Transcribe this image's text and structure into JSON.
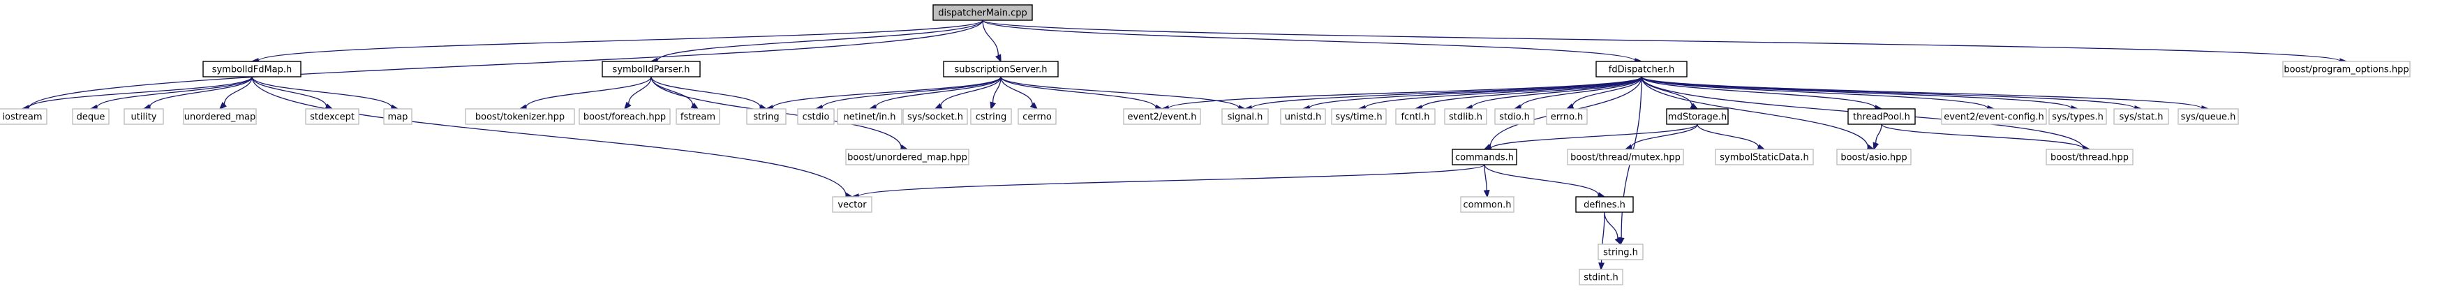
{
  "diagram": {
    "nodes": [
      {
        "id": "dispatcherMain.cpp",
        "label": "dispatcherMain.cpp",
        "kind": "root"
      },
      {
        "id": "symbolIdFdMap.h",
        "label": "symbolIdFdMap.h",
        "kind": "local"
      },
      {
        "id": "symbolIdParser.h",
        "label": "symbolIdParser.h",
        "kind": "local"
      },
      {
        "id": "subscriptionServer.h",
        "label": "subscriptionServer.h",
        "kind": "local"
      },
      {
        "id": "fdDispatcher.h",
        "label": "fdDispatcher.h",
        "kind": "local"
      },
      {
        "id": "boost/program_options.hpp",
        "label": "boost/program_options.hpp",
        "kind": "sys"
      },
      {
        "id": "iostream",
        "label": "iostream",
        "kind": "sys"
      },
      {
        "id": "deque",
        "label": "deque",
        "kind": "sys"
      },
      {
        "id": "utility",
        "label": "utility",
        "kind": "sys"
      },
      {
        "id": "unordered_map",
        "label": "unordered_map",
        "kind": "sys"
      },
      {
        "id": "stdexcept",
        "label": "stdexcept",
        "kind": "sys"
      },
      {
        "id": "map",
        "label": "map",
        "kind": "sys"
      },
      {
        "id": "boost/tokenizer.hpp",
        "label": "boost/tokenizer.hpp",
        "kind": "sys"
      },
      {
        "id": "boost/foreach.hpp",
        "label": "boost/foreach.hpp",
        "kind": "sys"
      },
      {
        "id": "fstream",
        "label": "fstream",
        "kind": "sys"
      },
      {
        "id": "string",
        "label": "string",
        "kind": "sys"
      },
      {
        "id": "cstdio",
        "label": "cstdio",
        "kind": "sys"
      },
      {
        "id": "netinet/in.h",
        "label": "netinet/in.h",
        "kind": "sys"
      },
      {
        "id": "sys/socket.h",
        "label": "sys/socket.h",
        "kind": "sys"
      },
      {
        "id": "cstring",
        "label": "cstring",
        "kind": "sys"
      },
      {
        "id": "cerrno",
        "label": "cerrno",
        "kind": "sys"
      },
      {
        "id": "event2/event.h",
        "label": "event2/event.h",
        "kind": "sys"
      },
      {
        "id": "signal.h",
        "label": "signal.h",
        "kind": "sys"
      },
      {
        "id": "unistd.h",
        "label": "unistd.h",
        "kind": "sys"
      },
      {
        "id": "sys/time.h",
        "label": "sys/time.h",
        "kind": "sys"
      },
      {
        "id": "fcntl.h",
        "label": "fcntl.h",
        "kind": "sys"
      },
      {
        "id": "stdlib.h",
        "label": "stdlib.h",
        "kind": "sys"
      },
      {
        "id": "stdio.h",
        "label": "stdio.h",
        "kind": "sys"
      },
      {
        "id": "errno.h",
        "label": "errno.h",
        "kind": "sys"
      },
      {
        "id": "mdStorage.h",
        "label": "mdStorage.h",
        "kind": "local"
      },
      {
        "id": "threadPool.h",
        "label": "threadPool.h",
        "kind": "local"
      },
      {
        "id": "event2/event-config.h",
        "label": "event2/event-config.h",
        "kind": "sys"
      },
      {
        "id": "sys/types.h",
        "label": "sys/types.h",
        "kind": "sys"
      },
      {
        "id": "sys/stat.h",
        "label": "sys/stat.h",
        "kind": "sys"
      },
      {
        "id": "sys/queue.h",
        "label": "sys/queue.h",
        "kind": "sys"
      },
      {
        "id": "boost/unordered_map.hpp",
        "label": "boost/unordered_map.hpp",
        "kind": "sys"
      },
      {
        "id": "commands.h",
        "label": "commands.h",
        "kind": "local"
      },
      {
        "id": "boost/thread/mutex.hpp",
        "label": "boost/thread/mutex.hpp",
        "kind": "sys"
      },
      {
        "id": "symbolStaticData.h",
        "label": "symbolStaticData.h",
        "kind": "sys"
      },
      {
        "id": "boost/asio.hpp",
        "label": "boost/asio.hpp",
        "kind": "sys"
      },
      {
        "id": "boost/thread.hpp",
        "label": "boost/thread.hpp",
        "kind": "sys"
      },
      {
        "id": "vector",
        "label": "vector",
        "kind": "sys"
      },
      {
        "id": "common.h",
        "label": "common.h",
        "kind": "sys"
      },
      {
        "id": "defines.h",
        "label": "defines.h",
        "kind": "local"
      },
      {
        "id": "string.h",
        "label": "string.h",
        "kind": "sys"
      },
      {
        "id": "stdint.h",
        "label": "stdint.h",
        "kind": "sys"
      }
    ],
    "edges": [
      [
        "dispatcherMain.cpp",
        "symbolIdFdMap.h"
      ],
      [
        "dispatcherMain.cpp",
        "symbolIdParser.h"
      ],
      [
        "dispatcherMain.cpp",
        "subscriptionServer.h"
      ],
      [
        "dispatcherMain.cpp",
        "fdDispatcher.h"
      ],
      [
        "dispatcherMain.cpp",
        "boost/program_options.hpp"
      ],
      [
        "dispatcherMain.cpp",
        "iostream"
      ],
      [
        "symbolIdFdMap.h",
        "iostream"
      ],
      [
        "symbolIdFdMap.h",
        "deque"
      ],
      [
        "symbolIdFdMap.h",
        "utility"
      ],
      [
        "symbolIdFdMap.h",
        "unordered_map"
      ],
      [
        "symbolIdFdMap.h",
        "stdexcept"
      ],
      [
        "symbolIdFdMap.h",
        "map"
      ],
      [
        "symbolIdFdMap.h",
        "vector"
      ],
      [
        "symbolIdParser.h",
        "boost/tokenizer.hpp"
      ],
      [
        "symbolIdParser.h",
        "boost/foreach.hpp"
      ],
      [
        "symbolIdParser.h",
        "fstream"
      ],
      [
        "symbolIdParser.h",
        "string"
      ],
      [
        "symbolIdParser.h",
        "boost/unordered_map.hpp"
      ],
      [
        "subscriptionServer.h",
        "string"
      ],
      [
        "subscriptionServer.h",
        "cstdio"
      ],
      [
        "subscriptionServer.h",
        "netinet/in.h"
      ],
      [
        "subscriptionServer.h",
        "sys/socket.h"
      ],
      [
        "subscriptionServer.h",
        "cstring"
      ],
      [
        "subscriptionServer.h",
        "cerrno"
      ],
      [
        "subscriptionServer.h",
        "event2/event.h"
      ],
      [
        "subscriptionServer.h",
        "signal.h"
      ],
      [
        "fdDispatcher.h",
        "event2/event.h"
      ],
      [
        "fdDispatcher.h",
        "signal.h"
      ],
      [
        "fdDispatcher.h",
        "unistd.h"
      ],
      [
        "fdDispatcher.h",
        "sys/time.h"
      ],
      [
        "fdDispatcher.h",
        "fcntl.h"
      ],
      [
        "fdDispatcher.h",
        "stdlib.h"
      ],
      [
        "fdDispatcher.h",
        "stdio.h"
      ],
      [
        "fdDispatcher.h",
        "errno.h"
      ],
      [
        "fdDispatcher.h",
        "mdStorage.h"
      ],
      [
        "fdDispatcher.h",
        "threadPool.h"
      ],
      [
        "fdDispatcher.h",
        "event2/event-config.h"
      ],
      [
        "fdDispatcher.h",
        "sys/types.h"
      ],
      [
        "fdDispatcher.h",
        "sys/stat.h"
      ],
      [
        "fdDispatcher.h",
        "sys/queue.h"
      ],
      [
        "fdDispatcher.h",
        "commands.h"
      ],
      [
        "fdDispatcher.h",
        "boost/asio.hpp"
      ],
      [
        "fdDispatcher.h",
        "boost/thread.hpp"
      ],
      [
        "fdDispatcher.h",
        "string.h"
      ],
      [
        "mdStorage.h",
        "commands.h"
      ],
      [
        "mdStorage.h",
        "boost/thread/mutex.hpp"
      ],
      [
        "mdStorage.h",
        "symbolStaticData.h"
      ],
      [
        "threadPool.h",
        "boost/asio.hpp"
      ],
      [
        "threadPool.h",
        "boost/thread.hpp"
      ],
      [
        "commands.h",
        "vector"
      ],
      [
        "commands.h",
        "common.h"
      ],
      [
        "commands.h",
        "defines.h"
      ],
      [
        "defines.h",
        "string.h"
      ],
      [
        "defines.h",
        "stdint.h"
      ]
    ]
  }
}
